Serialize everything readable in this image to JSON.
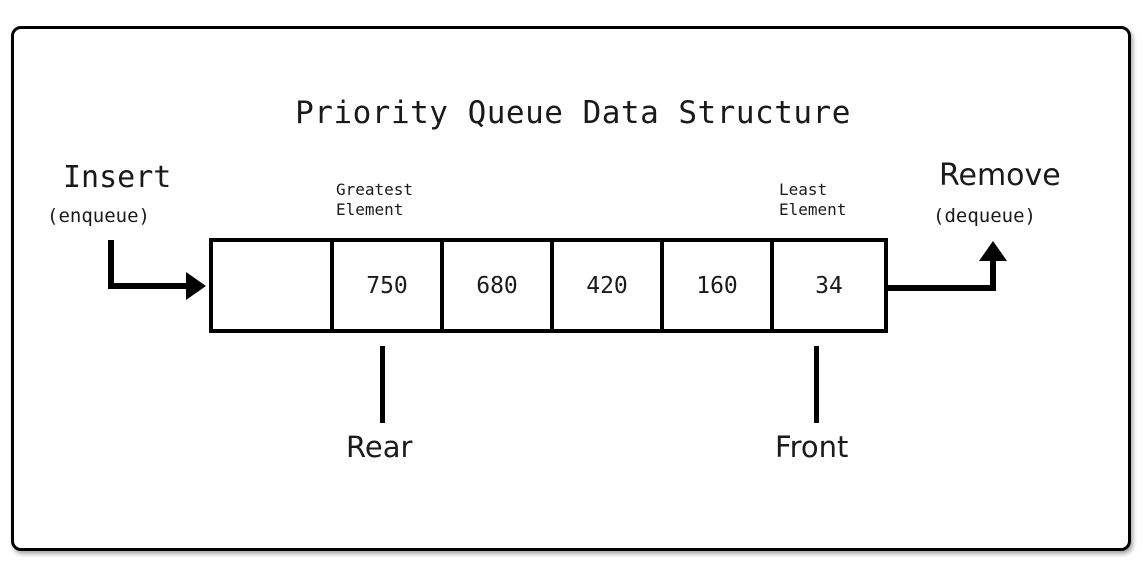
{
  "figure": {
    "title": "Priority Queue Data Structure",
    "background_color": "#ffffff",
    "ink_color": "#1a1a1a",
    "border_color": "#000000"
  },
  "operations": {
    "insert": {
      "title": "Insert",
      "subtitle": "(enqueue)",
      "arrow": "arrow-right"
    },
    "remove": {
      "title": "Remove",
      "subtitle": "(dequeue)",
      "arrow": "arrow-up"
    }
  },
  "annotations": {
    "greatest": "Greatest\nElement",
    "least": "Least\nElement",
    "rear": "Rear",
    "front": "Front"
  },
  "queue": {
    "cells": [
      {
        "value": "",
        "filled": false
      },
      {
        "value": "750",
        "filled": true
      },
      {
        "value": "680",
        "filled": true
      },
      {
        "value": "420",
        "filled": true
      },
      {
        "value": "160",
        "filled": true
      },
      {
        "value": "34",
        "filled": true
      }
    ]
  }
}
